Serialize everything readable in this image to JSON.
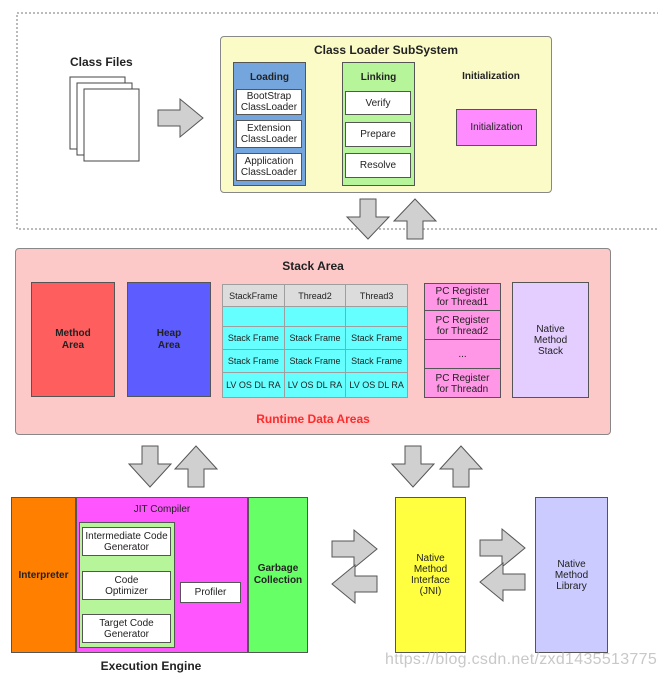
{
  "class_files": {
    "label": "Class Files"
  },
  "class_loader": {
    "title": "Class Loader SubSystem",
    "loading": {
      "label": "Loading",
      "items": [
        "BootStrap ClassLoader",
        "Extension ClassLoader",
        "Application ClassLoader"
      ]
    },
    "linking": {
      "label": "Linking",
      "items": [
        "Verify",
        "Prepare",
        "Resolve"
      ]
    },
    "initialization": {
      "label": "Initialization",
      "box": "Initialization"
    }
  },
  "runtime": {
    "stack_area_title": "Stack Area",
    "footer": "Runtime Data Areas",
    "method_area": "Method Area",
    "heap_area": "Heap Area",
    "stack_table": {
      "headers": [
        "StackFrame",
        "Thread2",
        "Thread3"
      ],
      "rows": [
        [
          "",
          "",
          ""
        ],
        [
          "Stack Frame",
          "Stack Frame",
          "Stack Frame"
        ],
        [
          "Stack Frame",
          "Stack Frame",
          "Stack Frame"
        ],
        [
          "LV OS DL RA",
          "LV OS DL RA",
          "LV OS DL RA"
        ]
      ]
    },
    "pc_registers": [
      "PC Register for Thread1",
      "PC Register for Thread2",
      "...",
      "PC Register for Threadn"
    ],
    "native_method_stack": "Native Method Stack"
  },
  "execution": {
    "title": "Execution Engine",
    "interpreter": "Interpreter",
    "jit_compiler": "JIT Compiler",
    "jit_steps": [
      "Intermediate Code Generator",
      "Code Optimizer",
      "Target Code Generator"
    ],
    "profiler": "Profiler",
    "garbage_collection": "Garbage Collection"
  },
  "native_interface": "Native Method Interface (JNI)",
  "native_library": "Native Method Library",
  "watermark": "https://blog.csdn.net/zxd1435513775",
  "colors": {
    "loader_bg": "#fbfbc8",
    "loading": "#74a5dc",
    "linking": "#b7f59a",
    "init_box": "#ff8cff",
    "runtime_bg": "#fcc8c8",
    "method_area": "#ff5e5e",
    "heap_area": "#5c5cff",
    "stack_cell": "#66ffff",
    "pc_register": "#ff96e6",
    "native_stack": "#e4cdff",
    "interpreter": "#ff7f00",
    "jit": "#ff55ff",
    "gc": "#66ff66",
    "jni": "#ffff40",
    "native_lib": "#cbcbff",
    "runtime_title": "#ff2a2a"
  }
}
